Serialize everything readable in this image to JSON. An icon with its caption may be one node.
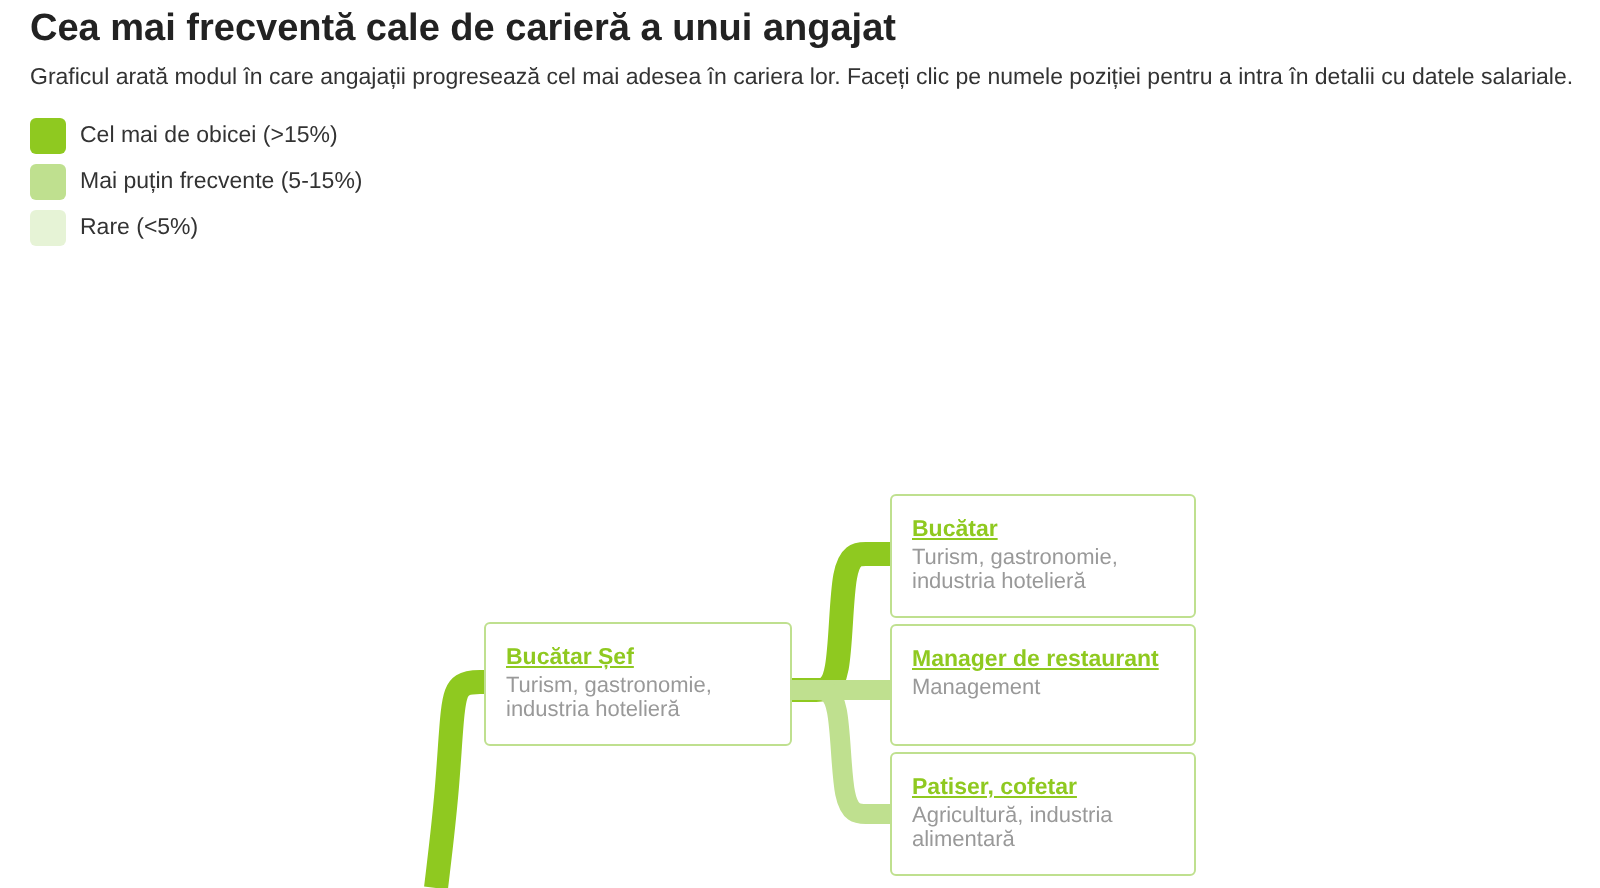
{
  "diagram": {
    "title": "Cea mai frecventă cale de carieră a unui angajat",
    "caption": "Graficul arată modul în care angajații progresează cel mai adesea în cariera lor. Faceți clic pe numele poziției pentru a intra în detalii cu datele salariale.",
    "nodes": [
      {
        "text": [
          "Bucătar Șef",
          "Turism, gastronomie, industria hotelieră"
        ]
      },
      {
        "text": [
          "Bucătar",
          "Turism, gastronomie, industria hotelieră"
        ]
      },
      {
        "text": [
          "Manager de restaurant",
          "Management"
        ]
      },
      {
        "text": [
          "Patiser, cofetar",
          "Agricultură, industria alimentară"
        ]
      }
    ],
    "edges": [
      {
        "from": null,
        "to": 0,
        "arrow": "none",
        "color": "#8fc920"
      },
      {
        "from": 0,
        "to": 1,
        "arrow": "none",
        "color": "#8fc920"
      },
      {
        "from": 0,
        "to": 2,
        "arrow": "none",
        "color": "#bfe08f"
      },
      {
        "from": 0,
        "to": 3,
        "arrow": "none",
        "color": "#bfe08f"
      }
    ],
    "legend": [
      {
        "text": "Cel mai de obicei (>15%)",
        "color": "#8fc920"
      },
      {
        "text": "Mai puțin frecvente (5-15%)",
        "color": "#bfe08f"
      },
      {
        "text": "Rare (<5%)",
        "color": "#e6f3d6"
      }
    ]
  }
}
